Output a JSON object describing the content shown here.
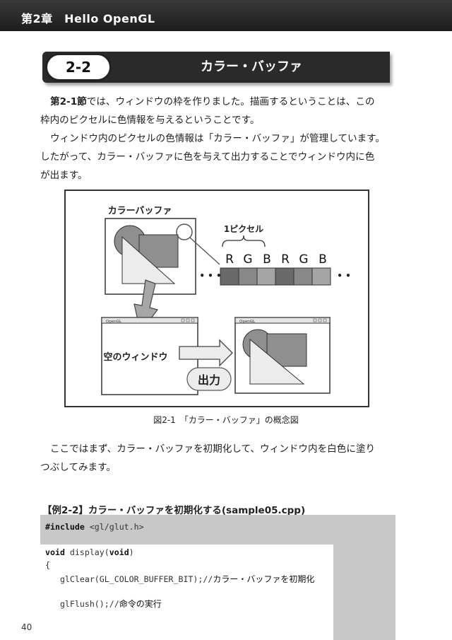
{
  "header": {
    "title": "第2章　Hello OpenGL"
  },
  "section": {
    "number": "2-2",
    "title": "カラー・バッファ"
  },
  "body": {
    "p1_bold": "第2-1節",
    "p1_line1": "では、ウィンドウの枠を作りました。描画するということは、この",
    "p1_line2": "枠内のピクセルに色情報を与えるということです。",
    "p2_line1": "ウィンドウ内のピクセルの色情報は「カラー・バッファ」が管理しています。",
    "p2_line2": "したがって、カラー・バッファに色を与えて出力することでウィンドウ内に色",
    "p2_line3": "が出ます。",
    "p3_line1": "ここではまず、カラー・バッファを初期化して、ウィンドウ内を白色に塗り",
    "p3_line2": "つぶしてみます。"
  },
  "figure": {
    "buffer_label": "カラーバッファ",
    "pixel_label": "1ピクセル",
    "rgb": [
      "R",
      "G",
      "B",
      "R",
      "G",
      "B"
    ],
    "dots_left": "• • •",
    "dots_right": "• •",
    "empty_window_label": "空のウィンドウ",
    "output_label": "出力",
    "window_title": "OpenGL",
    "caption": "図2-1　「カラー・バッファ」の概念図"
  },
  "example": {
    "title": "【例2-2】カラー・バッファを初期化する(sample05.cpp)",
    "line1_kw": "#include",
    "line1_rest": " <gl/glut.h>",
    "line2_kw1": "void",
    "line2_mid": " display(",
    "line2_kw2": "void",
    "line2_end": ")",
    "line3": "{",
    "line4_code": "   glClear(GL_COLOR_BUFFER_BIT);//",
    "line4_comment": "カラー・バッファを初期化",
    "line5_code": "   glFlush();//",
    "line5_comment": "命令の実行"
  },
  "footer": {
    "page_number": "40"
  }
}
